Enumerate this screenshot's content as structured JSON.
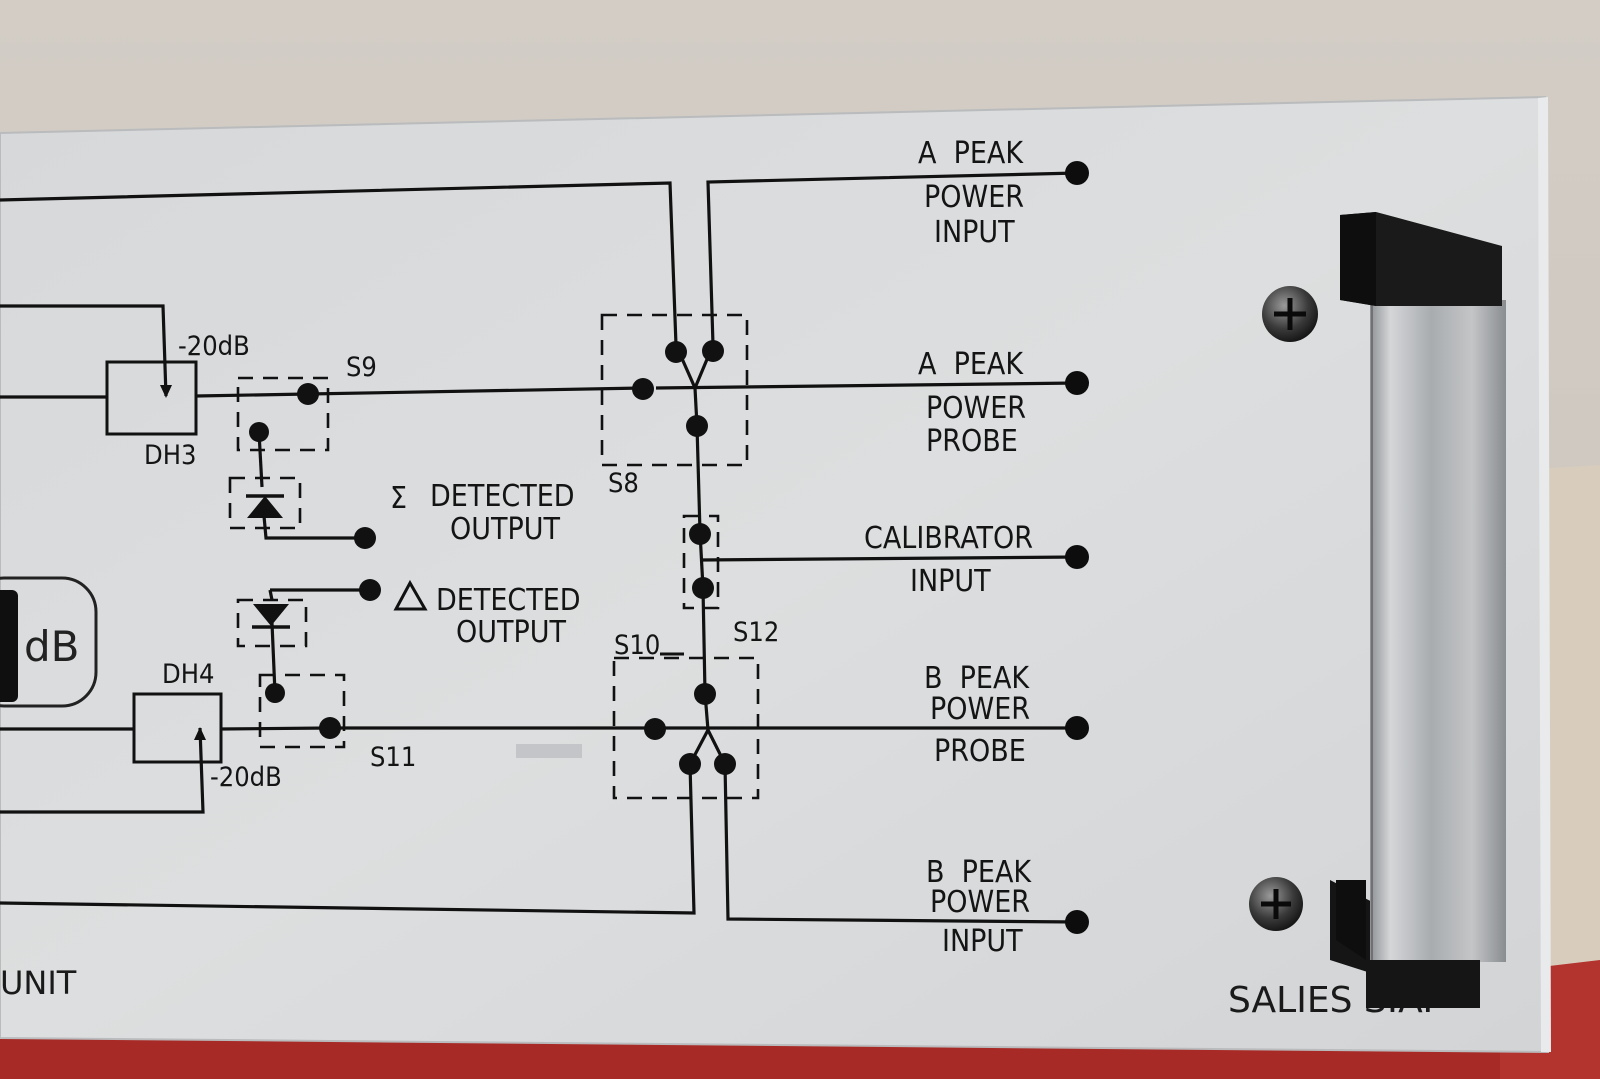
{
  "panel": {
    "a_peak_power_input": {
      "line1": "A  PEAK",
      "line2": "POWER",
      "line3": "INPUT"
    },
    "a_peak_power_probe": {
      "line1": "A  PEAK",
      "line2": "POWER",
      "line3": "PROBE"
    },
    "calibrator_input": {
      "line1": "CALIBRATOR",
      "line2": "INPUT"
    },
    "b_peak_power_probe": {
      "line1": "B  PEAK",
      "line2": "POWER",
      "line3": "PROBE"
    },
    "b_peak_power_input": {
      "line1": "B  PEAK",
      "line2": "POWER",
      "line3": "INPUT"
    },
    "sigma_output": {
      "line1": "DETECTED",
      "line2": "OUTPUT"
    },
    "delta_output": {
      "line1": "DETECTED",
      "line2": "OUTPUT"
    },
    "switches": {
      "s8": "S8",
      "s9": "S9",
      "s10": "S10",
      "s11": "S11",
      "s12": "S12"
    },
    "attenuators": {
      "dh3": "DH3",
      "dh4": "DH4",
      "dh3_value": "-20dB",
      "dh4_value": "-20dB"
    },
    "display_unit": "dB",
    "footer_left": "UNIT",
    "manufacturer": "SALIES S.A."
  },
  "colors": {
    "panel": "#d9dbdc",
    "ink": "#111111",
    "handle_metal": "#b8babd",
    "handle_caps": "#1a1a1a",
    "wall": "#cfcac4",
    "table": "#a82a26"
  }
}
